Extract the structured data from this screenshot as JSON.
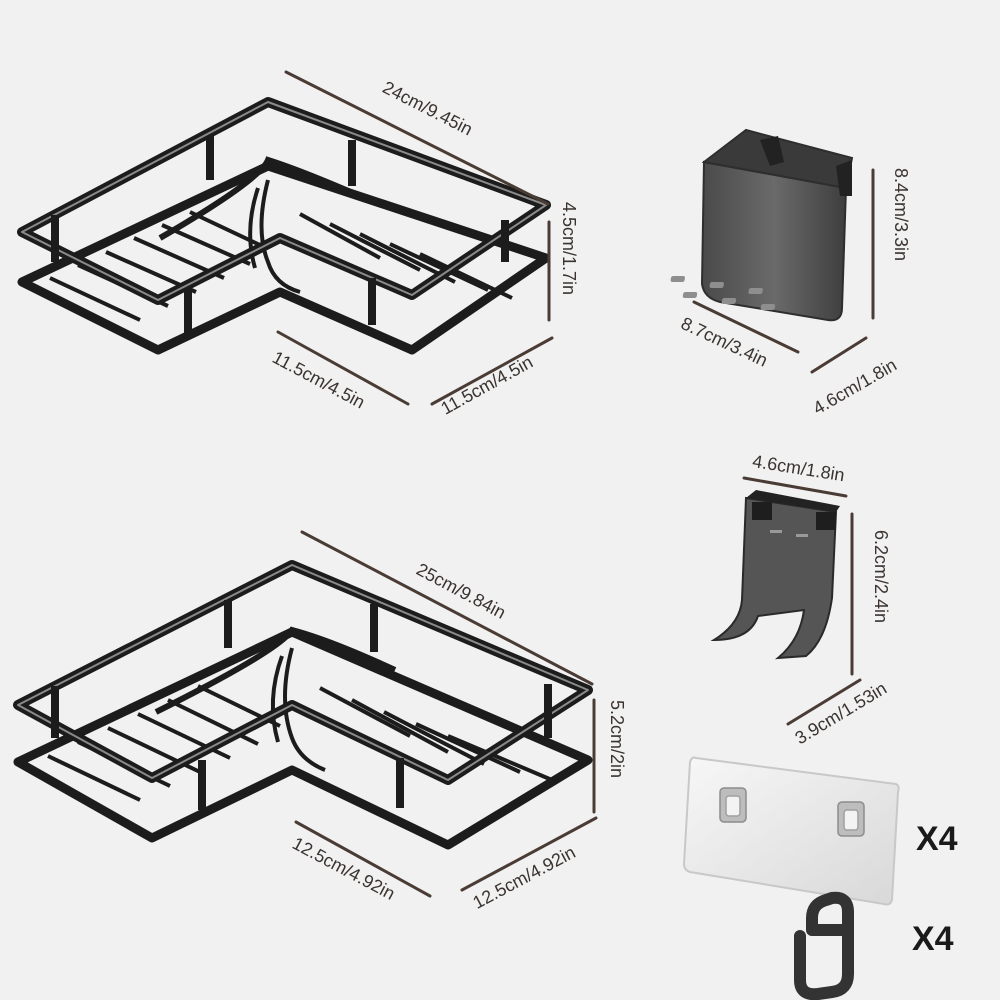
{
  "colors": {
    "background": "#f1f1f1",
    "frame_dark": "#1c1c1c",
    "frame_highlight": "#8a8a8a",
    "dimension_line": "#4a3b35",
    "dimension_text": "#3a3330",
    "cup_gray": "#5a5a5a"
  },
  "small_shelf": {
    "width_label": "24cm/9.45in",
    "height_label": "4.5cm/1.7in",
    "depth_left_label": "11.5cm/4.5in",
    "depth_right_label": "11.5cm/4.5in"
  },
  "large_shelf": {
    "width_label": "25cm/9.84in",
    "height_label": "5.2cm/2in",
    "depth_left_label": "12.5cm/4.92in",
    "depth_right_label": "12.5cm/4.92in"
  },
  "cup": {
    "height_label": "8.4cm/3.3in",
    "width_label": "8.7cm/3.4in",
    "depth_label": "4.6cm/1.8in"
  },
  "holder": {
    "width_label": "4.6cm/1.8in",
    "height_label": "6.2cm/2.4in",
    "depth_label": "3.9cm/1.53in"
  },
  "adhesive_pad": {
    "quantity": "X4",
    "icon": "adhesive-hook-pad-icon"
  },
  "s_hook": {
    "quantity": "X4",
    "icon": "s-hook-icon"
  }
}
